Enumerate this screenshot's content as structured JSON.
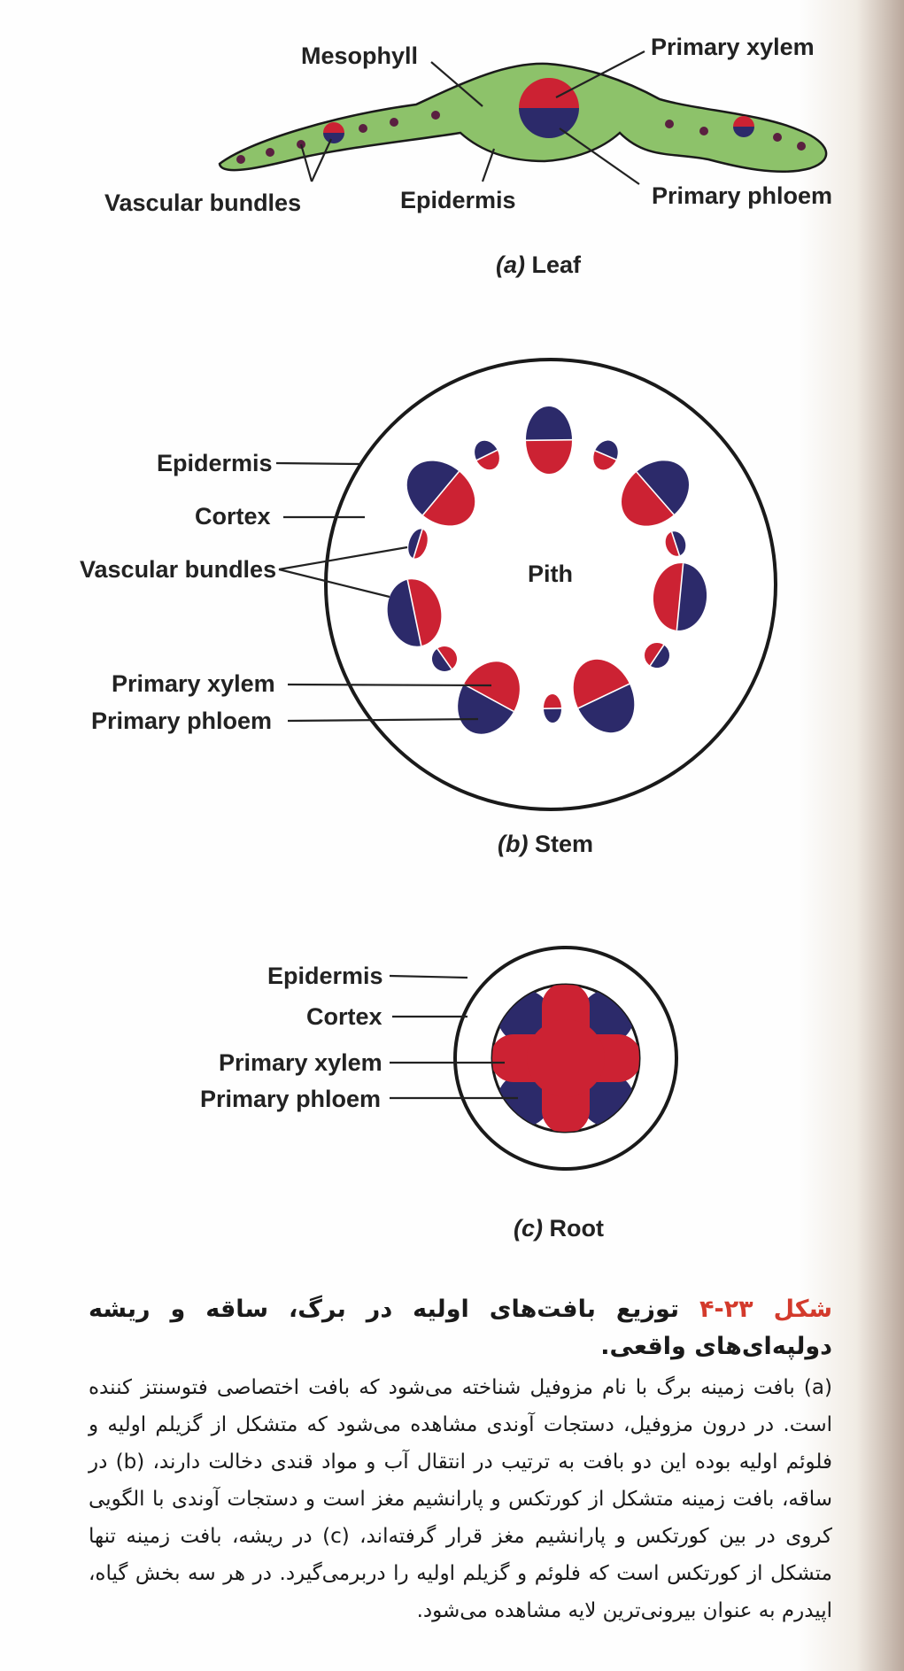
{
  "leaf": {
    "labels": {
      "mesophyll": "Mesophyll",
      "primary_xylem": "Primary xylem",
      "vascular_bundles": "Vascular bundles",
      "epidermis": "Epidermis",
      "primary_phloem": "Primary phloem"
    },
    "caption_letter": "(a)",
    "caption_word": "Leaf"
  },
  "stem": {
    "labels": {
      "epidermis": "Epidermis",
      "cortex": "Cortex",
      "vascular_bundles": "Vascular bundles",
      "pith": "Pith",
      "primary_xylem": "Primary xylem",
      "primary_phloem": "Primary phloem"
    },
    "caption_letter": "(b)",
    "caption_word": "Stem"
  },
  "root": {
    "labels": {
      "epidermis": "Epidermis",
      "cortex": "Cortex",
      "primary_xylem": "Primary xylem",
      "primary_phloem": "Primary phloem"
    },
    "caption_letter": "(c)",
    "caption_word": "Root"
  },
  "colors": {
    "leaf_green": "#8dc26a",
    "xylem_red": "#cc2233",
    "phloem_navy": "#2c2a6a",
    "outline": "#1a1a1a",
    "figure_number": "#d33a2c"
  },
  "caption": {
    "figure_number": "شکل ۲۳-۴",
    "title": "توزیع بافت‌های اولیه در برگ، ساقه و ریشه دولپه‌ای‌های واقعی.",
    "body": "(a) بافت زمینه برگ با نام مزوفیل شناخته می‌شود که بافت اختصاصی فتوسنتز کننده است. در درون مزوفیل، دستجات آوندی مشاهده می‌شود که متشکل از گزیلم اولیه و فلوئم اولیه بوده این دو بافت به ترتیب در انتقال آب و مواد قندی دخالت دارند، (b) در ساقه، بافت زمینه متشکل از کورتکس و پارانشیم مغز است و دستجات آوندی با الگویی کروی در بین کورتکس و پارانشیم مغز قرار گرفته‌اند، (c) در ریشه، بافت زمینه تنها متشکل از کورتکس است که فلوئم و گزیلم اولیه را دربرمی‌گیرد. در هر سه بخش گیاه، اپیدرم به عنوان بیرونی‌ترین لایه مشاهده می‌شود."
  }
}
